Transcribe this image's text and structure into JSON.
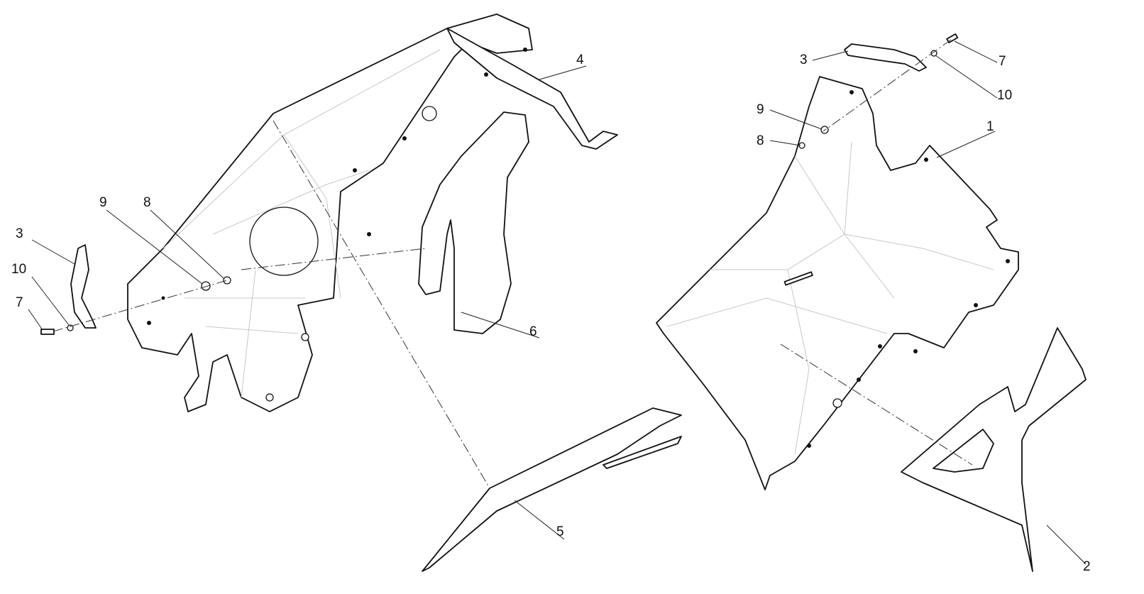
{
  "diagram": {
    "title": "Exploded parts view",
    "callouts": [
      {
        "label": "3"
      },
      {
        "label": "10"
      },
      {
        "label": "7"
      },
      {
        "label": "9"
      },
      {
        "label": "8"
      },
      {
        "label": "4"
      },
      {
        "label": "6"
      },
      {
        "label": "5"
      },
      {
        "label": "3"
      },
      {
        "label": "7"
      },
      {
        "label": "10"
      },
      {
        "label": "9"
      },
      {
        "label": "8"
      },
      {
        "label": "1"
      },
      {
        "label": "2"
      }
    ]
  }
}
